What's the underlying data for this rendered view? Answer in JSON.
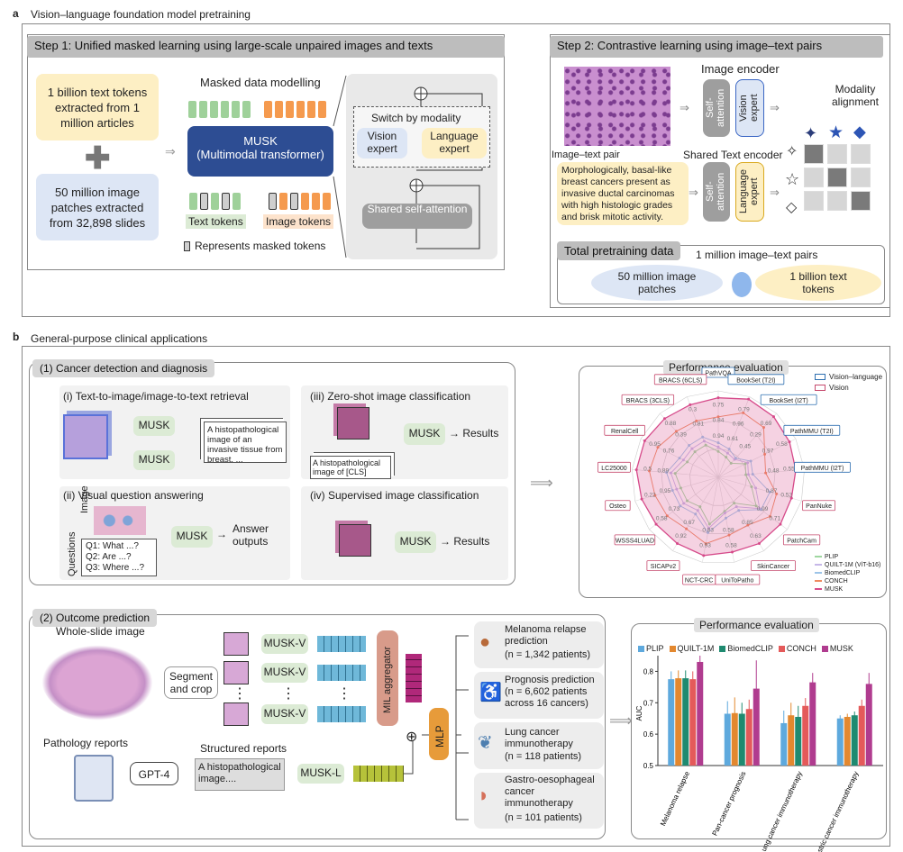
{
  "section_a": {
    "letter": "a",
    "title": "Vision–language foundation model pretraining",
    "step1": {
      "title": "Step 1: Unified masked learning using large-scale unpaired images and texts",
      "text_source": "1 billion text tokens extracted from 1 million articles",
      "image_source": "50 million image patches extracted from 32,898 slides",
      "masked_modelling": "Masked data modelling",
      "musk_title": "MUSK",
      "musk_subtitle": "(Multimodal transformer)",
      "text_tokens": "Text tokens",
      "image_tokens": "Image tokens",
      "masked_legend": "Represents masked tokens",
      "switch_title": "Switch by modality",
      "vision_expert": "Vision expert",
      "language_expert": "Language expert",
      "shared_attention": "Shared self-attention"
    },
    "step2": {
      "title": "Step 2: Contrastive learning using image–text pairs",
      "image_encoder": "Image encoder",
      "text_encoder": "Shared Text encoder",
      "self_attention_1": "Self-attention",
      "vision_expert": "Vision expert",
      "self_attention_2": "Self-attention",
      "language_expert": "Language expert",
      "modality_alignment": "Modality alignment",
      "pair_label": "Image–text pair",
      "caption": "Morphologically, basal-like breast cancers present as invasive ductal carcinomas with high histologic grades and brisk mitotic activity.",
      "total_title": "Total pretraining data",
      "pairs": "1 million image–text pairs",
      "image_patches": "50 million image patches",
      "text_tokens": "1 billion text tokens"
    }
  },
  "section_b": {
    "letter": "b",
    "title": "General-purpose clinical applications",
    "cancer": {
      "title": "(1) Cancer detection and diagnosis",
      "retrieval_title": "(i) Text-to-image/image-to-text retrieval",
      "musk": "MUSK",
      "retrieval_text": "A histopathological image of an invasive tissue from breast. ...",
      "zeroshot_title": "(iii) Zero-shot image classification",
      "zeroshot_text": "A histopathological image of [CLS]",
      "results": "Results",
      "vqa_title": "(ii) Visual question answering",
      "image_label": "Image",
      "questions_label": "Questions",
      "q1": "Q1: What ...?",
      "q2": "Q2: Are ...?",
      "q3": "Q3: Where ...?",
      "answer": "Answer outputs",
      "supervised_title": "(iv) Supervised image classification"
    },
    "radar": {
      "title": "Performance evaluation",
      "legend_vl": "Vision–language",
      "legend_v": "Vision",
      "axes": [
        "PathVQA",
        "BookSet (T2I)",
        "BookSet (I2T)",
        "PathMMU (T2I)",
        "PathMMU (I2T)",
        "PanNuke",
        "PatchCam",
        "SkinCancer",
        "UniToPatho",
        "NCT-CRC",
        "SICAPv2",
        "WSSS4LUAD",
        "Osteo",
        "LC25000",
        "RenalCell",
        "BRACS (3CLS)",
        "BRACS (6CLS)"
      ],
      "axis_types": [
        "vl",
        "vl",
        "vl",
        "vl",
        "vl",
        "v",
        "v",
        "v",
        "v",
        "v",
        "v",
        "v",
        "v",
        "v",
        "v",
        "v",
        "v"
      ],
      "values_shown": [
        "0.75",
        "0.79",
        "0.69",
        "0.58",
        "0.55",
        "0.52",
        "0.71",
        "0.63",
        "0.58",
        "0.93",
        "0.92",
        "0.58",
        "0.22",
        "0.5",
        "0.95",
        "0.88",
        "0.3",
        "0.84",
        "0.96",
        "0.29",
        "0.97",
        "0.48",
        "0.87",
        "0.99",
        "0.85",
        "0.58",
        "0.83",
        "0.67",
        "0.73",
        "0.95",
        "0.89",
        "0.76",
        "0.39",
        "0.81",
        "0.94",
        "0.61",
        "0.45"
      ],
      "series": [
        "PLIP",
        "QUILT-1M (ViT-b16)",
        "BiomedCLIP",
        "CONCH",
        "MUSK"
      ],
      "colors": [
        "#9fd7a0",
        "#c6b7e8",
        "#9cc4e8",
        "#ef8a5f",
        "#d64a8a"
      ]
    },
    "outcome": {
      "title": "(2) Outcome prediction",
      "wsi": "Whole-slide image",
      "segment": "Segment and crop",
      "musk_v": "MUSK-V",
      "dots": "⋮",
      "mil": "MIL aggregator",
      "mlp": "MLP",
      "reports": "Pathology reports",
      "gpt": "GPT-4",
      "structured": "Structured reports",
      "structured_text": "A histopathological image....",
      "musk_l": "MUSK-L",
      "tasks": [
        {
          "title": "Melanoma relapse prediction",
          "n": "(n = 1,342 patients)"
        },
        {
          "title": "Prognosis prediction",
          "n": "(n = 6,602 patients across 16 cancers)"
        },
        {
          "title": "Lung cancer immunotherapy",
          "n": "(n = 118 patients)"
        },
        {
          "title": "Gastro-oesophageal cancer immunotherapy",
          "n": "(n = 101 patients)"
        }
      ]
    }
  },
  "chart_data": {
    "type": "bar",
    "title": "Performance evaluation",
    "ylabel": "AUC",
    "ylim": [
      0.5,
      0.85
    ],
    "yticks": [
      "0.5",
      "0.6",
      "0.7",
      "0.8"
    ],
    "categories": [
      "Melanoma relapse",
      "Pan-cancer prognosis",
      "Lung cancer immunotherapy",
      "Gastric cancer immunotherapy"
    ],
    "series": [
      {
        "name": "PLIP",
        "color": "#5ea9dd",
        "values": [
          0.775,
          0.665,
          0.635,
          0.65
        ],
        "err": [
          0.025,
          0.04,
          0.04,
          0.01
        ]
      },
      {
        "name": "QUILT-1M",
        "color": "#e3882f",
        "values": [
          0.778,
          0.667,
          0.66,
          0.655
        ],
        "err": [
          0.025,
          0.05,
          0.04,
          0.01
        ]
      },
      {
        "name": "BiomedCLIP",
        "color": "#1f8a70",
        "values": [
          0.778,
          0.665,
          0.655,
          0.66
        ],
        "err": [
          0.025,
          0.035,
          0.035,
          0.012
        ]
      },
      {
        "name": "CONCH",
        "color": "#e45a5a",
        "values": [
          0.775,
          0.68,
          0.69,
          0.69
        ],
        "err": [
          0.025,
          0.03,
          0.025,
          0.02
        ]
      },
      {
        "name": "MUSK",
        "color": "#b03c8f",
        "values": [
          0.83,
          0.745,
          0.765,
          0.76
        ],
        "err": [
          0.02,
          0.09,
          0.03,
          0.035
        ]
      }
    ]
  }
}
